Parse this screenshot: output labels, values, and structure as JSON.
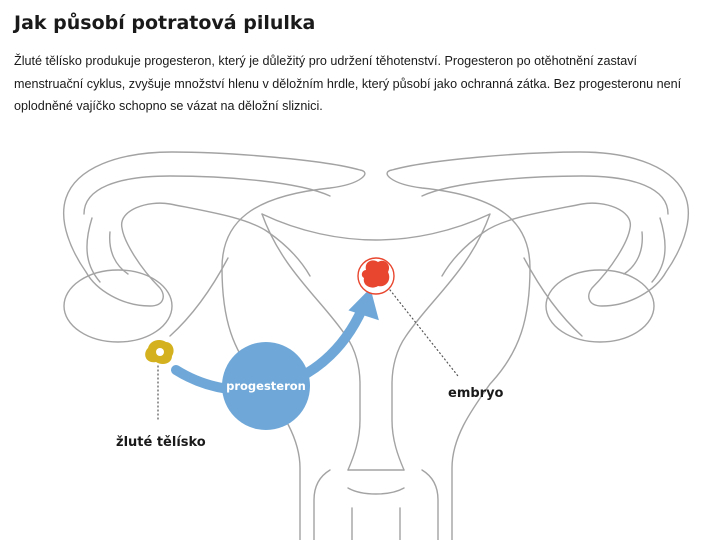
{
  "title": "Jak působí potratová pilulka",
  "intro": "Žluté tělísko produkuje progesteron, který je důležitý pro udržení těhotenství. Progesteron po otěhotnění zastaví menstruační cyklus, zvyšuje množství hlenu v děložním hrdle, který působí jako ochranná zátka. Bez progesteronu není oplodněné vajíčko schopno se vázat na děložní sliznici.",
  "labels": {
    "corpus_luteum": "žluté tělísko",
    "hormone": "progesteron",
    "embryo": "embryo"
  },
  "colors": {
    "anatomy_outline": "#a3a3a3",
    "corpus_luteum": "#d4b11e",
    "hormone_circle": "#6fa8d8",
    "arrow": "#6fa8d8",
    "embryo": "#e8462e",
    "embryo_ring": "#e8462e"
  }
}
